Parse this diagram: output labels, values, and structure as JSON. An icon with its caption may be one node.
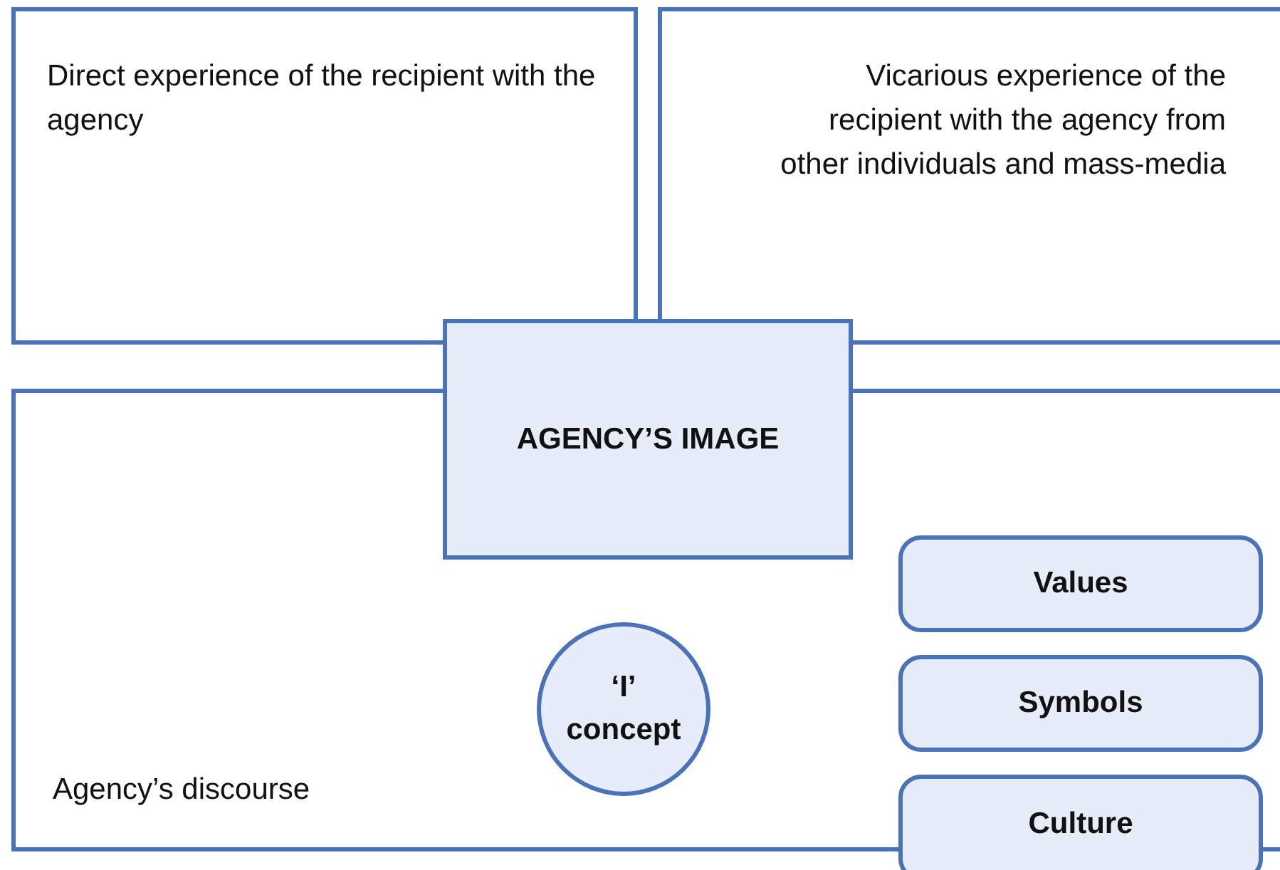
{
  "diagram": {
    "nodes": [
      {
        "text": [
          "Direct experience of the recipient with the agency"
        ]
      },
      {
        "text": [
          "Vicarious experience of the recipient with the agency from other individuals and mass-media"
        ]
      },
      {
        "text": [
          "Agency’s discourse"
        ]
      },
      {
        "text": [
          "AGENCY’S IMAGE"
        ]
      },
      {
        "text": [
          "‘I’ concept"
        ],
        "in": 2
      },
      {
        "text": [
          "Values"
        ],
        "in": 2
      },
      {
        "text": [
          "Symbols"
        ],
        "in": 2
      },
      {
        "text": [
          "Culture"
        ]
      }
    ],
    "edges": []
  }
}
